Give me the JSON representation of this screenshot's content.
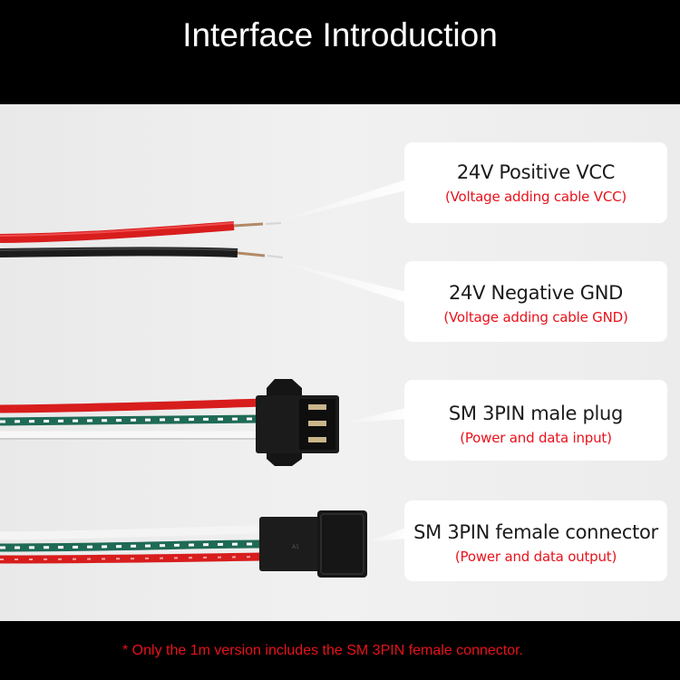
{
  "title": "Interface Introduction",
  "colors": {
    "accent_red": "#e8121b",
    "background_top": "#000000",
    "panel_light": "#ececec"
  },
  "labels": [
    {
      "name": "24V Positive VCC",
      "detail": "(Voltage adding cable VCC)"
    },
    {
      "name": "24V Negative GND",
      "detail": "(Voltage adding cable GND)"
    },
    {
      "name": "SM 3PIN male plug",
      "detail": "(Power and data input)"
    },
    {
      "name": "SM 3PIN female connector",
      "detail": "(Power and data output)"
    }
  ],
  "footnote": "* Only the 1m version includes the SM 3PIN female connector."
}
